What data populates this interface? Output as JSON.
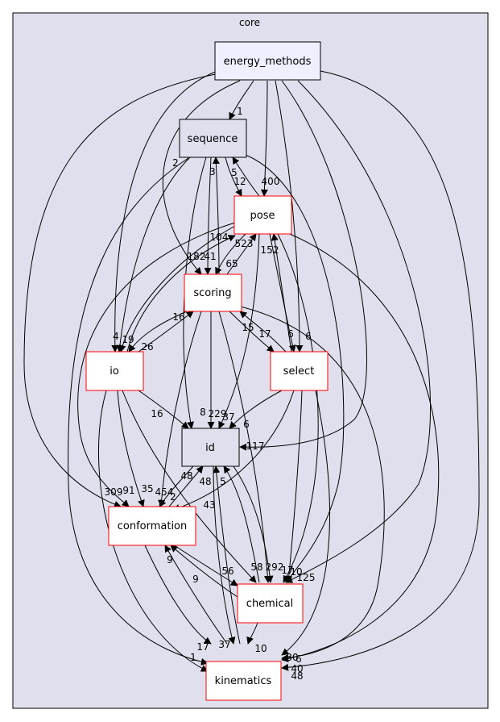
{
  "cluster": {
    "label": "core"
  },
  "nodes": {
    "energy_methods": "energy_methods",
    "sequence": "sequence",
    "pose": "pose",
    "scoring": "scoring",
    "io": "io",
    "select": "select",
    "id": "id",
    "conformation": "conformation",
    "chemical": "chemical",
    "kinematics": "kinematics"
  },
  "edge_labels": {
    "em_sequence": "1",
    "em_pose": "400",
    "em_select": "6",
    "em_io": "4",
    "seq_pose": "12",
    "pose_seq": "5",
    "seq_scoring": "3",
    "seq_io": "2",
    "pose_scoring": "65",
    "scoring_pose": "104",
    "pose_io": "19",
    "pose_select": "6",
    "pose_scoring_b": "523",
    "pose_id": "152",
    "scoring_io_a": "16",
    "io_scoring": "26",
    "scoring_select": "17",
    "select_scoring": "15",
    "misc_182": "182",
    "misc_41": "41",
    "io_id": "16",
    "scoring_id_8": "8",
    "scoring_id_229": "229",
    "pose_id_37": "37",
    "select_id": "6",
    "em_id": "117",
    "em_conf": "309",
    "io_conf": "91",
    "scoring_conf": "35",
    "pose_conf": "454",
    "id_conf": "2",
    "conf_id": "48",
    "sel_conf_48": "48",
    "io_chem": "43",
    "chem_id": "5",
    "conf_chem": "56",
    "chem_conf": "9",
    "conf_kin": "9",
    "scoring_chem": "58",
    "pose_chem": "292",
    "select_chem": "17",
    "em_chem_10": "10",
    "em_chem_125": "125",
    "chem_kin": "10",
    "io_kin": "17",
    "id_kin": "37",
    "seq_kin": "1",
    "pose_kin": "30",
    "scoring_kin": "6",
    "select_kin": "40",
    "em_kin": "48"
  },
  "colors": {
    "cluster_fill": "#dfdfee",
    "highlight_fill": "#efefff",
    "node_fill": "#ffffff",
    "red_border": "#ff0000",
    "dark_border": "#000000"
  }
}
